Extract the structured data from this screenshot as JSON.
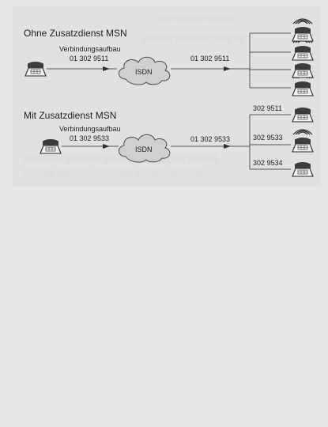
{
  "colors": {
    "background": "#e7e7e7",
    "scan": "#e1e1e1",
    "line": "#555555",
    "text": "#1e1e1e",
    "cloud": "#cfd0d2"
  },
  "top": {
    "title": "Ohne Zusatzdienst MSN",
    "setup_label": "Verbindungsaufbau",
    "dialed_number": "01 302 9511",
    "network_label": "ISDN",
    "forwarded_number": "01 302 9511"
  },
  "bottom": {
    "title": "Mit Zusatzdienst MSN",
    "setup_label": "Verbindungsaufbau",
    "dialed_number": "01 302 9533",
    "network_label": "ISDN",
    "forwarded_number": "01 302 9533",
    "extensions": [
      "302 9511",
      "302 9533",
      "302 9534"
    ]
  }
}
